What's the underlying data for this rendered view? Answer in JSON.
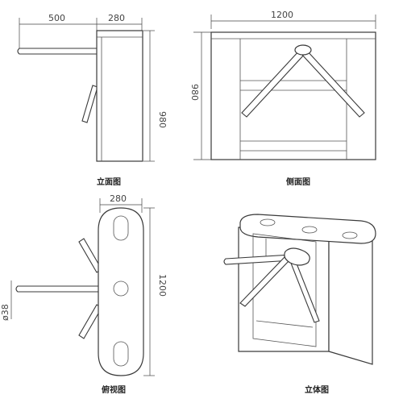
{
  "views": {
    "front": {
      "caption": "立面图",
      "dim_arm": "500",
      "dim_width": "280",
      "dim_height": "980"
    },
    "side": {
      "caption": "侧面图",
      "dim_width": "1200",
      "dim_height": "980"
    },
    "top": {
      "caption": "俯视图",
      "dim_width": "280",
      "dim_length": "1200",
      "dim_diameter": "ø38"
    },
    "iso": {
      "caption": "立体图"
    }
  }
}
